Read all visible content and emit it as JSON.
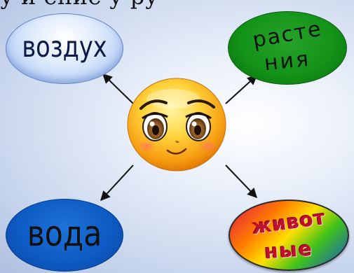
{
  "top_text": "у  и      ение          у         ру",
  "diagram": {
    "center": {
      "icon": "smiley-face-icon"
    },
    "nodes": [
      {
        "id": "air",
        "lines": [
          "воздух"
        ],
        "color": "#9dbdf2"
      },
      {
        "id": "plants",
        "lines": [
          "расте",
          "ния"
        ],
        "color": "#139318"
      },
      {
        "id": "water",
        "lines": [
          "вода"
        ],
        "color": "#0d5bc4"
      },
      {
        "id": "animals",
        "lines": [
          "живот",
          "ные"
        ],
        "color": "rainbow"
      }
    ],
    "edges": [
      {
        "from": "center",
        "to": "air"
      },
      {
        "from": "center",
        "to": "plants"
      },
      {
        "from": "center",
        "to": "water"
      },
      {
        "from": "center",
        "to": "animals"
      }
    ]
  }
}
